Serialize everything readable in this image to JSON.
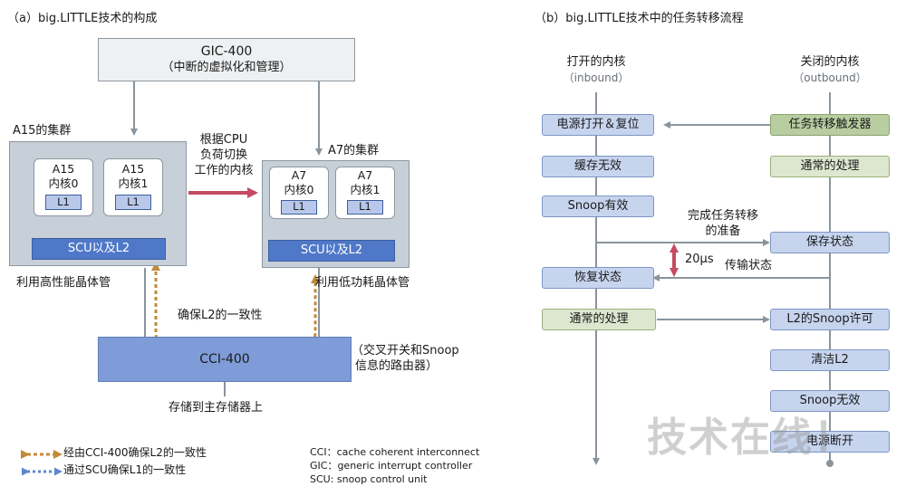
{
  "colors": {
    "gray_box": "#eef0f2",
    "gray_border": "#8e979e",
    "cluster_fill": "#c7d0d8",
    "inner_white": "#ffffff",
    "scu_fill": "#4f78c8",
    "l1_fill": "#b9c8ea",
    "l1_border": "#3c5f9c",
    "cci_fill": "#7f9cd8",
    "flow_blue": "#c6d4ee",
    "flow_blue_border": "#7e96c4",
    "flow_green": "#dde7cf",
    "flow_green_border": "#9bb07f",
    "trigger_green": "#b8cda0",
    "arrow_gray": "#8a949d",
    "arrow_red": "#c64a63",
    "dotted_brown": "#c28a3a",
    "dotted_blue": "#5c87cf"
  },
  "left": {
    "title": "（a）big.LITTLE技术的构成",
    "gic": {
      "line1": "GIC-400",
      "line2": "（中断的虚拟化和管理）"
    },
    "a15": {
      "title": "A15的集群",
      "core0": {
        "line1": "A15",
        "line2": "内核0",
        "l1": "L1"
      },
      "core1": {
        "line1": "A15",
        "line2": "内核1",
        "l1": "L1"
      },
      "scu": "SCU以及L2",
      "caption": "利用高性能晶体管"
    },
    "switch_label": [
      "根据CPU",
      "负荷切换",
      "工作的内核"
    ],
    "a7": {
      "title": "A7的集群",
      "core0": {
        "line1": "A7",
        "line2": "内核0",
        "l1": "L1"
      },
      "core1": {
        "line1": "A7",
        "line2": "内核1",
        "l1": "L1"
      },
      "scu": "SCU以及L2",
      "caption": "利用低功耗晶体管"
    },
    "l2_coherency": "确保L2的一致性",
    "cci": {
      "label": "CCI-400",
      "note": [
        "（交叉开关和Snoop",
        "信息的路由器）"
      ]
    },
    "memory": "存储到主存储器上",
    "legend": {
      "cci_item": "经由CCI-400确保L2的一致性",
      "scu_item": "通过SCU确保L1的一致性"
    },
    "glossary": [
      "CCI：cache coherent interconnect",
      "GIC：generic interrupt controller",
      "SCU: snoop control unit"
    ]
  },
  "right": {
    "title": "（b）big.LITTLE技术中的任务转移流程",
    "inbound_title": "打开的内核",
    "inbound_sub": "（inbound）",
    "outbound_title": "关闭的内核",
    "outbound_sub": "（outbound）",
    "left_steps": [
      "电源打开＆复位",
      "缓存无效",
      "Snoop有效",
      "恢复状态",
      "通常的处理"
    ],
    "right_steps": [
      "任务转移触发器",
      "通常的处理",
      "保存状态",
      "L2的Snoop许可",
      "清洁L2",
      "Snoop无效",
      "电源断开"
    ],
    "ready_label": [
      "完成任务转移",
      "的准备"
    ],
    "transfer_label": "传输状态",
    "time_label": "20μs"
  },
  "watermark": "技术在线！"
}
